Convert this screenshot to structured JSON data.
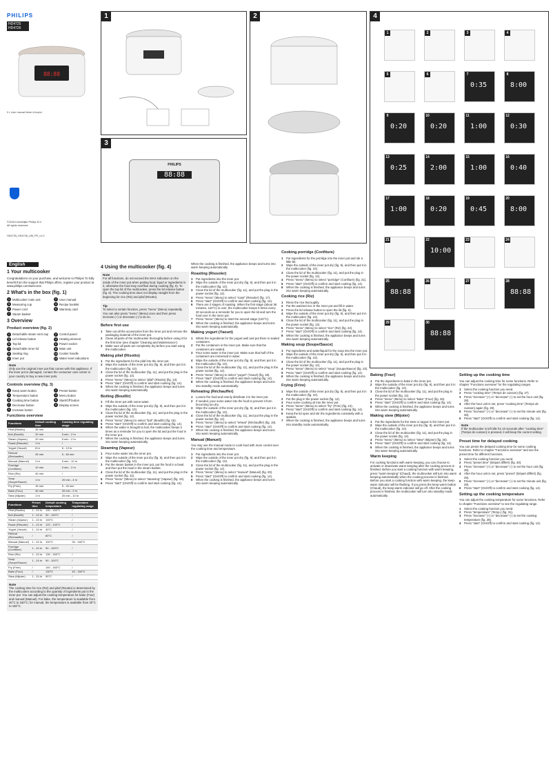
{
  "brand": "PHILIPS",
  "models": [
    "HD4725",
    "HD4726"
  ],
  "caption_product": "5 L  User manual  Mode d'emploi",
  "copyright": "©2016 Koninklijke Philips N.V.\nAll rights reserved.",
  "doc_id": "HD4725_HD4726_UM_FR_v1.0",
  "language_tab": "English",
  "panels": {
    "p1": "1",
    "p2": "2",
    "p3": "3",
    "p4": "4"
  },
  "panel3_display": "88:88",
  "panel4_steps": [
    {
      "n": "1",
      "disp": ""
    },
    {
      "n": "2",
      "disp": ""
    },
    {
      "n": "3",
      "disp": ""
    },
    {
      "n": "4",
      "disp": ""
    },
    {
      "n": "5",
      "disp": ""
    },
    {
      "n": "6",
      "disp": ""
    },
    {
      "n": "7",
      "disp": "0:35"
    },
    {
      "n": "8",
      "disp": "8:00"
    },
    {
      "n": "9",
      "disp": "0:20"
    },
    {
      "n": "10",
      "disp": "0:20"
    },
    {
      "n": "11",
      "disp": "1:00"
    },
    {
      "n": "12",
      "disp": "0:30"
    },
    {
      "n": "13",
      "disp": "0:25"
    },
    {
      "n": "14",
      "disp": "2:00"
    },
    {
      "n": "15",
      "disp": "1:00"
    },
    {
      "n": "16",
      "disp": "0:40"
    },
    {
      "n": "17",
      "disp": "1:00"
    },
    {
      "n": "18",
      "disp": "0:20"
    },
    {
      "n": "19",
      "disp": "0:45"
    },
    {
      "n": "20",
      "disp": "8:00"
    },
    {
      "n": "21",
      "disp": ""
    },
    {
      "n": "22",
      "disp": "10:00"
    },
    {
      "n": "23",
      "disp": ""
    },
    {
      "n": "24",
      "disp": ""
    },
    {
      "n": "25",
      "disp": "88:88"
    },
    {
      "n": "26",
      "disp": ""
    },
    {
      "n": "27",
      "disp": ""
    },
    {
      "n": "28",
      "disp": "88:88"
    },
    {
      "n": "29",
      "disp": ""
    },
    {
      "n": "30",
      "disp": "88:88"
    }
  ],
  "col1": {
    "sec1": "1  Your multicooker",
    "intro": "Congratulations on your purchase, and welcome to Philips! To fully benefit from the support that Philips offers, register your product at www.philips.com/welcome.",
    "sec2": "2  What's in the box (fig. 1)",
    "box_items": [
      "Multicooker main unit",
      "User manual",
      "Measuring cup",
      "Recipe booklet",
      "Power cord",
      "Warranty card",
      "Steam basket",
      ""
    ],
    "sec3": "3  Overview",
    "overview_title": "Product overview (fig. 2)",
    "overview_items": [
      "Detachable steam vent cap",
      "Control panel",
      "Lid release button",
      "Heating element",
      "Top lid",
      "Power socket",
      "Detachable inner lid",
      "Main unit",
      "Sealing ring",
      "Cooker handle",
      "Inner pot",
      "Water level indications"
    ],
    "overview_note": "Only use the original inner pot that comes with this appliance. If the inner pot is damaged, contact the consumer care center in your country to buy a new inner pots.",
    "controls_title": "Controls overview (fig. 3)",
    "controls": [
      "Keep warm button",
      "Preset button",
      "Temperature button",
      "Menu button",
      "Cooking time button",
      "Start/Off button",
      "Decrease button",
      "Display screen",
      "Increase button",
      ""
    ],
    "func_title": "Functions overview",
    "func_headers": [
      "Functions",
      "Default cooking time",
      "Cooking time regulating range"
    ],
    "func_rows": [
      [
        "Pilaf (Risotto)",
        "35 min",
        "/"
      ],
      [
        "Boil (Bouillir)",
        "20 min",
        "5 min - 2 hr"
      ],
      [
        "Steam (Vapeur)",
        "20 min",
        "5 min - 2 hr"
      ],
      [
        "Roast (Rissoler)",
        "1 hr",
        "/"
      ],
      [
        "Yogurt (Yaourt)",
        "8 hr",
        "6 - 12 hr"
      ],
      [
        "Reheat (Réchauffer)",
        "25 min",
        "5 - 60 min"
      ],
      [
        "Manual (Manuel)",
        "2 hr",
        "5 min - 12 hr"
      ],
      [
        "Porridge (Confiture)",
        "10 min",
        "5 min - 2 hr"
      ],
      [
        "Rice (Riz)",
        "40 min",
        "/"
      ],
      [
        "Soup (Soupe/Sauce)",
        "1 hr",
        "20 min - 4 hr"
      ],
      [
        "Fry (Frire)",
        "15 min",
        "5 - 40 min"
      ],
      [
        "Bake (Four)",
        "45 min",
        "20 min - 2 hr"
      ],
      [
        "Stew (Mijoter)",
        "1 hr",
        "20 min - 10 hr"
      ]
    ],
    "func2_headers": [
      "Functions",
      "Preset time",
      "Default cooking temperature",
      "Temperature regulating range"
    ],
    "func2_rows": [
      [
        "Pilaf (Risotto)",
        "1 - 24 hr",
        "130 - 160°C",
        "/"
      ],
      [
        "Boil (Bouillir)",
        "1 - 24 hr",
        "90 - 100°C",
        "/"
      ],
      [
        "Steam (Vapeur)",
        "1 - 24 hr",
        "100°C",
        "/"
      ],
      [
        "Roast (Rissoler)",
        "1 - 24 hr",
        "120 - 130°C",
        "/"
      ],
      [
        "Yogurt (Yaourt)",
        "1 - 24 hr",
        "40°C",
        "/"
      ],
      [
        "Reheat (Réchauffer)",
        "/",
        "80°C",
        "/"
      ],
      [
        "Manual (Manuel)",
        "1 - 24 hr",
        "100°C",
        "30 - 160°C"
      ],
      [
        "Porridge (Confiture)",
        "1 - 24 hr",
        "90 - 100°C",
        "/"
      ],
      [
        "Rice (Riz)",
        "1 - 24 hr",
        "130 - 160°C",
        "/"
      ],
      [
        "Soup (Soupe/Sauce)",
        "1 - 24 hr",
        "90 - 100°C",
        "/"
      ],
      [
        "Fry (Frire)",
        "/",
        "140 - 160°C",
        "/"
      ],
      [
        "Bake (Four)",
        "/",
        "130°C",
        "40 - 160°C"
      ],
      [
        "Stew (Mijoter)",
        "1 - 24 hr",
        "90°C",
        "/"
      ]
    ],
    "note_label": "Note",
    "func_note": "The cooking time for rice (Riz) and pilaf (Risotto) is determined by the multicooker according to the quantity of ingredients put in the inner pot. You can adjust the cooking temperature for bake (Four) and manual (Manuel). For bake, the temperature is available from 40°C to 160°C; for manual, the temperature is available from 30°C to 160°C."
  },
  "col2": {
    "s4": "4  Using the multicooker (fig. 4)",
    "s4_note": "For all functions, do not exceed the MAX indication on the inside of the inner pot when putting food, liquid or ingredients in it, otherwise the food may overflow during cooking (fig. 5). To open the top lid of the multicooker, press the lid release button (fig. 6). The cooking time does not display straight from the beginning for rice (Riz) and pilaf (Risotto).",
    "tip_label": "Tip",
    "tip": "To select a certain function, press \"menu\" (Menu) repeatedly. You can also press \"menu\" (Menu) once and then press increase (+) or decrease (-) to do so.",
    "before_title": "Before first use",
    "before_steps": [
      "Take out all the accessories from the inner pot and remove the packaging material of the inner pot.",
      "Clean all parts of the multicooker thoroughly before using it for the first time (see chapter 'Cleaning and Maintenance').",
      "Make sure all parts are completely dry before you start using the multicooker."
    ],
    "pilaf_title": "Making pilaf (Risotto)",
    "pilaf_steps": [
      "Put the ingredients for the pilaf into the inner pot.",
      "Wipe the outside of the inner pot dry (fig. 9), and then put it in the multicooker (fig. 10).",
      "Close the lid of the multicooker (fig. 11), and put the plug in the power socket (fig. 12).",
      "Press \"menu\" (Menu) to select \"pilaf\" (Risotto) (fig. 13).",
      "Press \"start\" (On/Off) to confirm and start cooking (fig. 14).",
      "When the cooking is finished, the appliance beeps and turns into warm keeping automatically."
    ],
    "boil_title": "Boiling (Bouillir)",
    "boil_steps": [
      "Fill the inner pot with some water.",
      "Wipe the outside of the inner pot dry (fig. 9), and then put it in the multicooker (fig. 10).",
      "Close the lid of the multicooker (fig. 11), and put the plug in the power socket (fig. 12).",
      "Press \"menu\" (Menu) to select \"boil\" (Bouillir) (fig. 15).",
      "Press \"start\" (On/Off) to confirm and start cooking (fig. 14).",
      "When the water is brought to boil, the multicooker beeps 3 times as a reminder for you to open the lid and put the food in the inner pot.",
      "When the cooking is finished, the appliance beeps and turns into warm keeping automatically."
    ],
    "steam_title": "Steaming (Vapeur)",
    "steam_steps": [
      "Pour some water into the inner pot.",
      "Wipe the outside of the inner pot dry (fig. 9), and then put it in the multicooker (fig. 10).",
      "Put the steam basket in the inner pot, put the food in a bowl, and then put the bowl in the steam basket.",
      "Close the lid of the multicooker (fig. 11), and put the plug in the power socket (fig. 12).",
      "Press \"menu\" (Menu) to select \"steaming\" (Vapeur) (fig. 16).",
      "Press \"start\" (On/Off) to confirm and start cooking (fig. 14)."
    ]
  },
  "col3": {
    "done": "When the cooking is finished, the appliance beeps and turns into warm keeping automatically.",
    "roast_title": "Roasting (Rissoler)",
    "roast_steps": [
      "Put ingredients into the inner pot.",
      "Wipe the outside of the inner pot dry (fig. 9), and then put it in the multicooker (fig. 10).",
      "Close the lid of the multicooker (fig. 11), and put the plug in the power socket (fig. 12).",
      "Press \"menu\" (Menu) to select \"roast\" (Rissoler) (fig. 17).",
      "Press \"start\" (On/Off) to confirm and start cooking (fig. 14).",
      "There are 2 stages of roasting. When the first stage (about 36 minutes, 120°C) is over, the multicooker beeps 5 times every 30 seconds as a reminder for you to open the lid and turn the food over in the inner pot.",
      "Press \"menu\" (Menu) to start the second stage (120°C).",
      "When the cooking is finished, the appliance beeps and turns into warm keeping automatically."
    ],
    "yogurt_title": "Making yogurt (Yaourt)",
    "yogurt_steps": [
      "Whisk the ingredients for the yogurt well and put them in sealed containers.",
      "Put the containers in the inner pot. Make sure that the containers are sealed.",
      "Pour some water in the inner pot. Make sure that half of the containers are immersed in water.",
      "Wipe the outside of the inner pot dry (fig. 9), and then put it in the multicooker (fig. 10).",
      "Close the lid of the multicooker (fig. 11), and put the plug in the power socket (fig. 12).",
      "Press \"menu\" (Menu) to select \"yogurt\" (Yaourt) (fig. 18).",
      "Press \"start\" (On/Off) to confirm and start cooking (fig. 14).",
      "When the cooking is finished, the appliance beeps and turns into standby mode automatically."
    ],
    "reheat_title": "Reheating (Réchauffer)",
    "reheat_steps": [
      "Loosen the food and evenly distribute it in the inner pot.",
      "If needed, pour some water into the food to prevent it from becoming too dry.",
      "Wipe the outside of the inner pot dry (fig. 9), and then put it in the multicooker (fig. 10).",
      "Close the lid of the multicooker (fig. 11), and put the plug in the power socket (fig. 12).",
      "Press \"menu\" (Menu) to select \"reheat\" (Réchauffer) (fig. 19).",
      "Press \"start\" (On/Off) to confirm and start cooking (fig. 14).",
      "When the cooking is finished, the appliance beeps and turns into warm keeping automatically."
    ],
    "manual_title": "Manual (Manuel)",
    "manual_intro": "You may use the manual mode to cook food with more control over the cooking time and temperature.",
    "manual_steps": [
      "Put ingredients into the inner pot.",
      "Wipe the outside of the inner pot dry (fig. 9), and then put it in the multicooker (fig. 10).",
      "Close the lid of the multicooker (fig. 11), and put the plug in the power socket (fig. 12).",
      "Press \"menu\" (Menu) to select \"manual\" (Manuel) (fig. 20).",
      "Press \"start\" (On/Off) to confirm and start cooking (fig. 14).",
      "When the cooking is finished, the appliance beeps and turns into warm keeping automatically."
    ]
  },
  "col4": {
    "porridge_title": "Cooking porridge (Confiture)",
    "porridge_steps": [
      "Put ingredients for the porridge into the inner pot and stir a little bit.",
      "Wipe the outside of the inner pot dry (fig. 9), and then put it in the multicooker (fig. 10).",
      "Close the lid of the multicooker (fig. 11), and put the plug in the power socket (fig. 12).",
      "Press \"menu\" (Menu) to select \"porridge\" (Confiture) (fig. 21).",
      "Press \"start\" (On/Off) to confirm and start cooking (fig. 14).",
      "When the cooking is finished, the appliance beeps and turns into warm keeping automatically."
    ],
    "rice_title": "Cooking rice (Riz)",
    "rice_steps": [
      "Rinse the rice thoroughly.",
      "Put the washed rice in the inner pot and fill in water.",
      "Press the lid release button to open the lid (fig. 6).",
      "Wipe the outside of the inner pot dry (fig. 9), and then put it in the multicooker (fig. 10).",
      "Close the lid of the multicooker (fig. 11), and put the plug in the power socket (fig. 12).",
      "Press \"menu\" (Menu) to select \"rice\" (Riz) (fig. 22).",
      "Press \"start\" (On/Off) to confirm and start cooking (fig. 14).",
      "When the cooking is finished, the appliance beeps and turns into warm keeping automatically."
    ],
    "soup_title": "Making soup (Soupe/Sauce)",
    "soup_steps": [
      "Put ingredients and water/liquid for the soup into the inner pot.",
      "Wipe the outside of the inner pot dry (fig. 9), and then put it in the multicooker (fig. 10).",
      "Close the lid of the multicooker (fig. 11), and put the plug in the power socket (fig. 12).",
      "Press \"menu\" (Menu) to select \"soup\" (Soupe/Sauce) (fig. 23).",
      "Press \"start\" (On/Off) to confirm and start cooking (fig. 14).",
      "When the cooking is finished, the appliance beeps and turns into warm keeping automatically."
    ],
    "fry_title": "Frying (Frire)",
    "fry_steps": [
      "Wipe the outside of the inner pot dry (fig. 9), and then put it in the multicooker (fig. 10).",
      "Put the plug in the power socket (fig. 12).",
      "Pour some cooking oil into the inner pot.",
      "Press \"menu\" (Menu) to select \"fry\" (Frire) (fig. 24).",
      "Press \"start\" (On/Off) to confirm and start cooking (fig. 14).",
      "Keep the lid open and stir the ingredients constantly with a spatula.",
      "When the cooking is finished, the appliance beeps and turns into standby mode automatically."
    ]
  },
  "col5": {
    "bake_title": "Baking (Four)",
    "bake_steps": [
      "Put the ingredients to bake in the inner pot.",
      "Wipe the outside of the inner pot dry (fig. 9), and then put it in the multicooker (fig. 10).",
      "Close the lid of the multicooker (fig. 11), and put the plug in the power socket (fig. 12).",
      "Press \"menu\" (Menu) to select \"bake\" (Four) (fig. 25).",
      "Press \"start\" (On/Off) to confirm and start cooking (fig. 14).",
      "When the cooking is finished, the appliance beeps and turns into warm keeping automatically."
    ],
    "stew_title": "Making stew (Mijoter)",
    "stew_steps": [
      "Put the ingredients for the stew or ragout in the inner pot.",
      "Wipe the outside of the inner pot dry (fig. 9), and then put it in the multicooker (fig. 10).",
      "Close the lid of the multicooker (fig. 11), and put the plug in the power socket (fig. 12).",
      "Press \"menu\" (Menu) to select \"stew\" (Mijoter) (fig. 26).",
      "Press \"start\" (On/Off) to confirm and start cooking (fig. 14).",
      "When the cooking is finished, the appliance beeps and turns into warm keeping automatically."
    ],
    "warm_title": "Warm keeping",
    "warm_text": "For cooking functions with warm keeping, you can choose to activate or deactivate warm keeping after the cooking process is finished. Before you start a cooking function with warm keeping, press \"warm keeping\" (Chaud), the multicooker will turn into warm keeping automatically when the cooking process is finished. Before you start a cooking function with warm keeping, the keep-warm indicator will be flashing. If you press the keep warm button (Chaud), the keep-warm indicator will go off. After the cooking process is finished, the multicooker will turn into standby mode automatically."
  },
  "col6": {
    "ct_title": "Setting up the cooking time",
    "ct_intro": "You can adjust the cooking time for some functions. Refer to chapter \"Functions overview\" for the regulating ranges.",
    "ct_steps": [
      "Select the cooking function you need.",
      "Press \"cooking time\" (Temps de cuisson) (fig. 27).",
      "Press \"increase\" (+) or \"decrease\" (-) to set the hour unit (fig. 28).",
      "After the hour unit is set, press \"cooking time\" (Temps de cuisson) again (fig. 29).",
      "Press \"increase\" (+) or \"decrease\" (-) to set the minute unit (fig. 28).",
      "Press \"start\" (On/Off) to confirm and start cooking (fig. 14)."
    ],
    "ct_note": "If the multicooker is left idle for 10 seconds after \"cooking time\" (Temps de cuisson) is pressed, it will keep the current setting.",
    "preset_title": "Preset time for delayed cooking",
    "preset_intro": "You can preset the delayed cooking time for some cooking functions. Refer to chapter \"Functions overview\" and see the preset time for different functions.",
    "preset_steps": [
      "Select the cooking function you need.",
      "Press \"preset time\" (Départ différé) (fig. 30).",
      "Press \"increase\" (+) or \"decrease\" (-) to set the hour unit (fig. 28).",
      "After the hour unit is set, press \"preset\" (Départ différé) (fig. 29).",
      "Press \"increase\" (+) or \"decrease\" (-) to set the minute unit (fig. 28).",
      "Press \"start\" (On/Off) to confirm and start cooking (fig. 14)."
    ],
    "temp_title": "Setting up the cooking temperature",
    "temp_intro": "You can adjust the cooking temperature for some functions. Refer to chapter \"Functions overview\" to see the regulating range.",
    "temp_steps": [
      "Select the cooking function you need.",
      "Press \"temperature\" (Temp.) (fig. 31).",
      "Press \"increase\" (+) or \"decrease\" (-) to set the cooking temperature (fig. 28).",
      "Press \"start\" (On/Off) to confirm and start cooking (fig. 14)."
    ]
  }
}
